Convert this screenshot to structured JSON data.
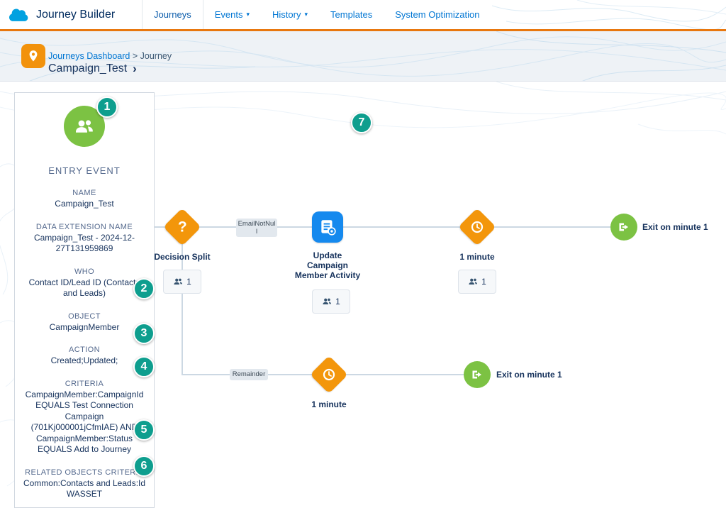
{
  "nav": {
    "app_title": "Journey Builder",
    "tabs": [
      {
        "label": "Journeys"
      },
      {
        "label": "Events"
      },
      {
        "label": "History"
      },
      {
        "label": "Templates"
      },
      {
        "label": "System Optimization"
      }
    ]
  },
  "breadcrumb": {
    "link_label": "Journeys Dashboard",
    "separator": ">",
    "section": "Journey",
    "title": "Campaign_Test",
    "title_chevron": "›"
  },
  "entry_panel": {
    "heading": "ENTRY EVENT",
    "fields": [
      {
        "label": "NAME",
        "value": "Campaign_Test"
      },
      {
        "label": "DATA EXTENSION NAME",
        "value": "Campaign_Test - 2024-12-27T131959869"
      },
      {
        "label": "WHO",
        "value": "Contact ID/Lead ID (Contacts and Leads)"
      },
      {
        "label": "OBJECT",
        "value": "CampaignMember"
      },
      {
        "label": "ACTION",
        "value": "Created;Updated;"
      },
      {
        "label": "CRITERIA",
        "value": "CampaignMember:CampaignId EQUALS Test Connection Campaign (701Kj000001jCfmIAE) AND CampaignMember:Status EQUALS Add to Journey"
      },
      {
        "label": "RELATED OBJECTS CRITERIA",
        "value": "Common:Contacts and Leads:Id WASSET"
      }
    ]
  },
  "flow": {
    "decision": {
      "label": "Decision Split",
      "glyph": "?",
      "count": "1"
    },
    "branch_top_label": "EmailNotNull",
    "branch_bottom_label": "Remainder",
    "update_activity": {
      "label": "Update Campaign Member Activity",
      "count": "1"
    },
    "wait_top": {
      "label": "1 minute",
      "count": "1"
    },
    "exit_top": {
      "label": "Exit on minute 1"
    },
    "wait_bottom": {
      "label": "1 minute"
    },
    "exit_bottom": {
      "label": "Exit on minute 1"
    }
  },
  "annotations": [
    "1",
    "2",
    "3",
    "4",
    "5",
    "6",
    "7"
  ],
  "colors": {
    "nav_border_orange": "#e8770e",
    "node_orange": "#f3960b",
    "node_blue": "#1589ee",
    "node_green": "#7cc243",
    "badge_teal": "#0e9e8e",
    "link_blue": "#0176d3"
  }
}
